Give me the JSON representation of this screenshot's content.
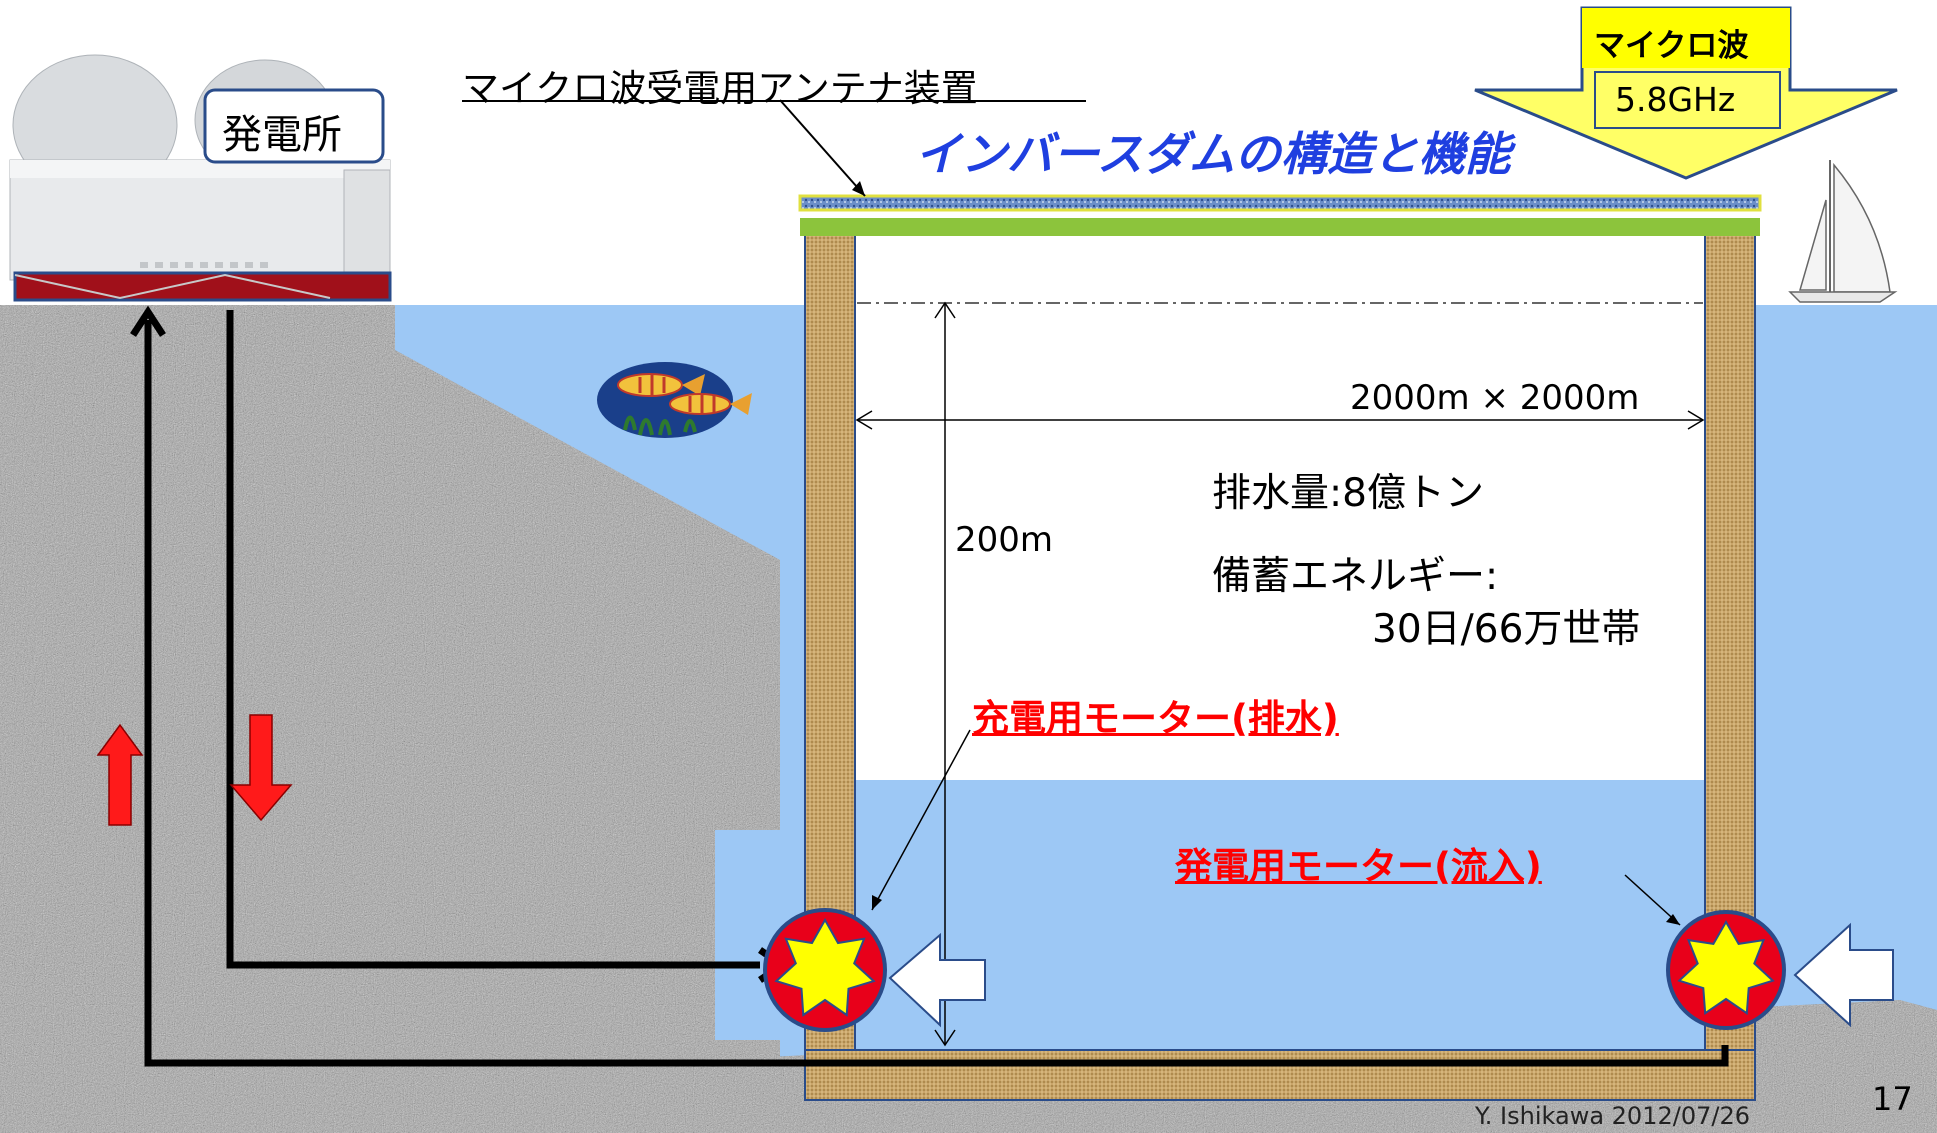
{
  "title": "インバースダムの構造と機能",
  "labels": {
    "power_plant": "発電所",
    "antenna": "マイクロ波受電用アンテナ装置",
    "microwave_title": "マイクロ波",
    "microwave_freq": "5.8GHz",
    "dimension_width": "2000m × 2000m",
    "dimension_height": "200m",
    "discharge": "排水量:8億トン",
    "storage_line1": "備蓄エネルギー:",
    "storage_line2": "30日/66万世帯",
    "charge_motor": "充電用モーター(排水)",
    "gen_motor": "発電用モーター(流入)",
    "credit": "Y. Ishikawa 2012/07/26",
    "page_number": "17"
  },
  "colors": {
    "title": "#1f3fe0",
    "motor_label": "#ff0000",
    "water": "#9dc8f5",
    "rock": "#a8a8a8",
    "wall": "#c8a46a",
    "arrow_flow": "#ff0000",
    "microwave_arrow": "#ffff66",
    "motor_disc": "#e8001a",
    "motor_star": "#ffff00"
  },
  "icons": [
    "power-plant-building",
    "fish-school",
    "sailboat",
    "motor-star",
    "up-arrow",
    "down-arrow",
    "inflow-arrow"
  ]
}
